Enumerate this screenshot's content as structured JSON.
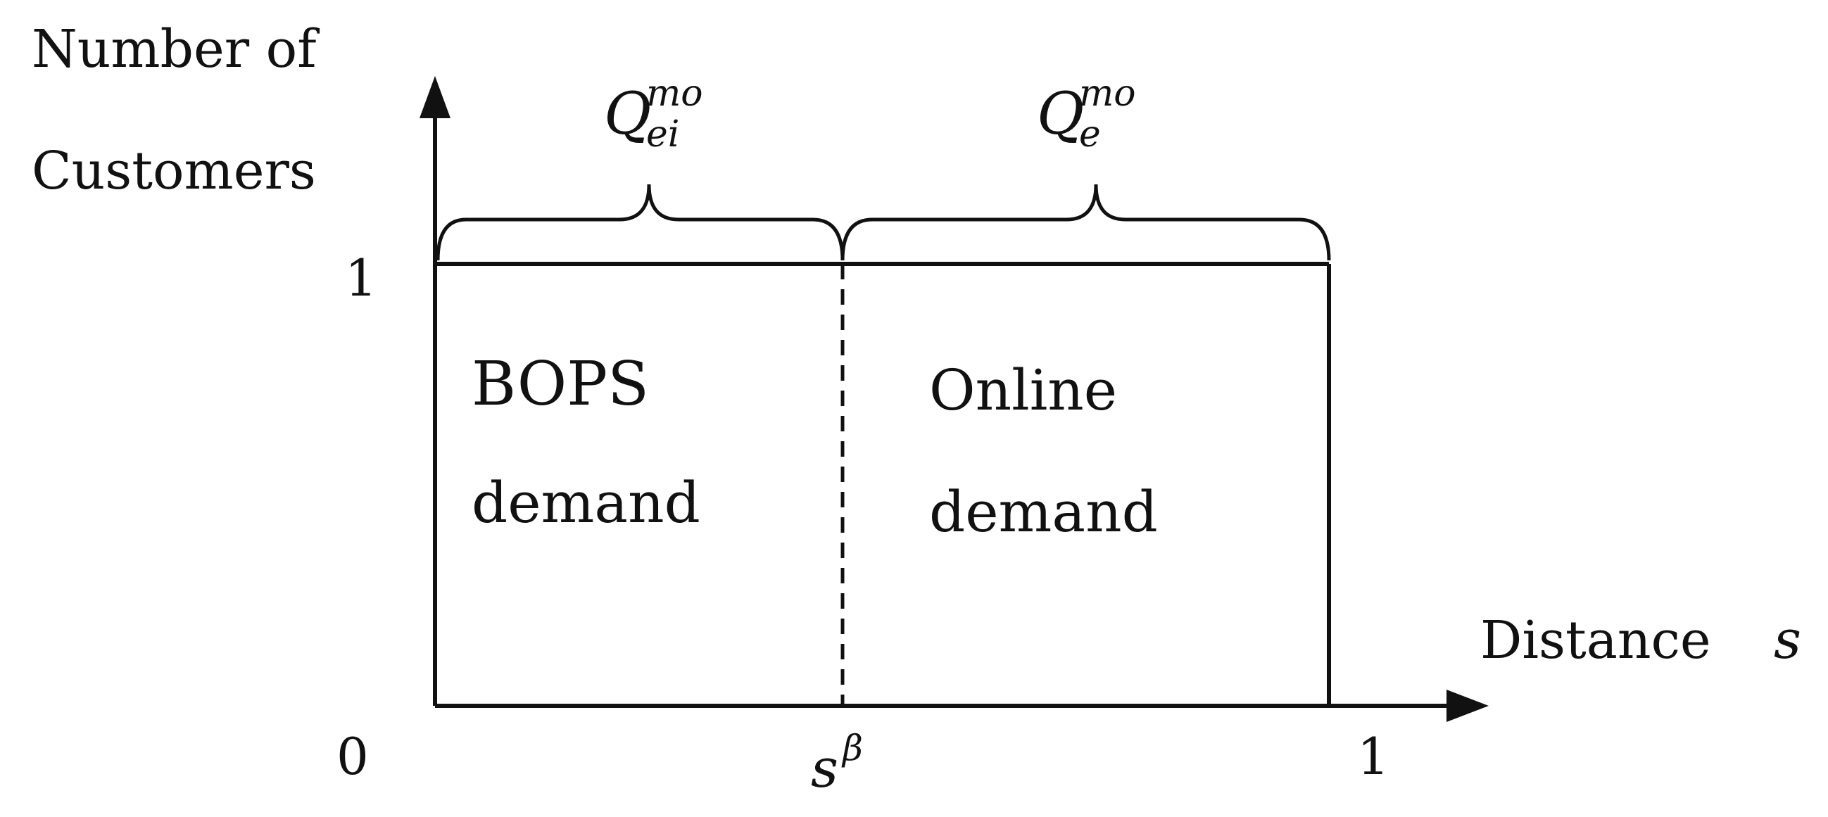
{
  "y_axis_label_line1": "Number of",
  "y_axis_label_line2": "Customers",
  "x_axis_label": "Distance",
  "x_axis_symbol": "s",
  "origin_label": "0",
  "y_tick_one": "1",
  "x_tick_one": "1",
  "threshold_base": "s",
  "threshold_sup": "β",
  "brace_left_base": "Q",
  "brace_left_sup": "mo",
  "brace_left_sub": "ei",
  "brace_right_base": "Q",
  "brace_right_sup": "mo",
  "brace_right_sub": "e",
  "region_left_line1": "BOPS",
  "region_left_line2": "demand",
  "region_right_line1": "Online",
  "region_right_line2": "demand",
  "colors": {
    "ink": "#111111",
    "background": "#ffffff"
  }
}
